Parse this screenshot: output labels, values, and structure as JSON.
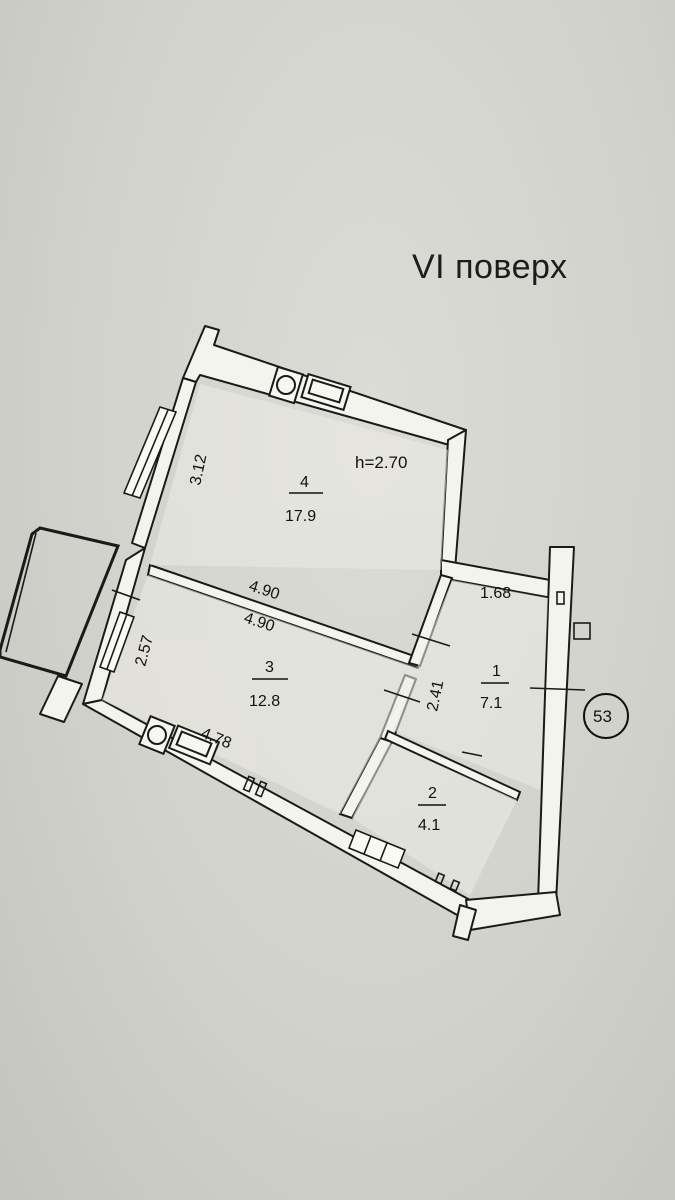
{
  "floor_label": "VI  поверх",
  "ceiling_height": "h=2.70",
  "apartment_number": "53",
  "rooms": [
    {
      "id": "1",
      "area": "7.1"
    },
    {
      "id": "2",
      "area": "4.1"
    },
    {
      "id": "3",
      "area": "12.8"
    },
    {
      "id": "4",
      "area": "17.9"
    }
  ],
  "dimensions": {
    "room4_window_wall": "3.12",
    "room4_inner_wall": "4.90",
    "room3_inner_wall": "4.90",
    "room3_window_wall": "2.57",
    "room3_outer_wall": "4.78",
    "hall_width": "1.68",
    "hall_length": "2.41"
  }
}
